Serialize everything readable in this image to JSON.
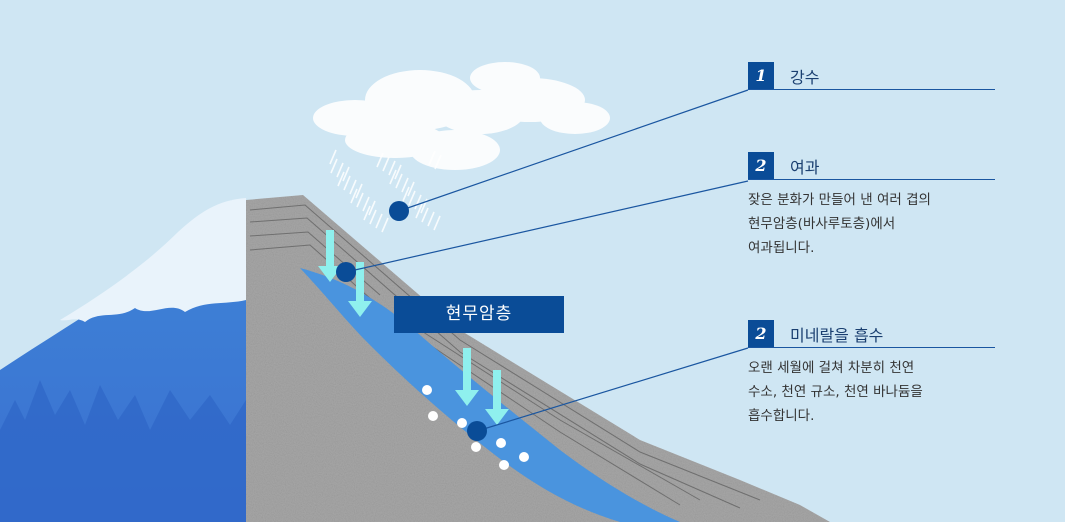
{
  "label_box": "현무암층",
  "callouts": [
    {
      "num": "1",
      "title": "강수",
      "desc": ""
    },
    {
      "num": "2",
      "title": "여과",
      "desc": "잦은 분화가 만들어 낸 여러 겹의\n현무암층(바사루토층)에서\n여과됩니다."
    },
    {
      "num": "2",
      "title": "미네랄을 흡수",
      "desc": "오랜 세월에 걸쳐 차분히 천연\n수소, 천연 규소, 천연 바나듐을\n흡수합니다."
    }
  ],
  "colors": {
    "sky": "#cfe6f3",
    "navy": "#0a4c97",
    "rock": "#a3a3a3",
    "water": "#4a94de",
    "arrow": "#8ff0ee",
    "snow": "#e6f1fa"
  }
}
